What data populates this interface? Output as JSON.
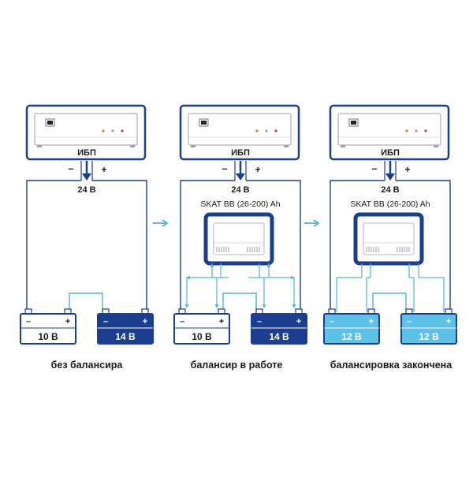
{
  "ups": {
    "label": "ИБП",
    "voltage": "24 В",
    "minus": "–",
    "plus": "+"
  },
  "balancer": {
    "label": "SKAT BB (26-200) Ah"
  },
  "panels": [
    {
      "caption": "без балансира",
      "has_balancer": false,
      "batteries": [
        {
          "label": "10 В",
          "style": "white"
        },
        {
          "label": "14 В",
          "style": "dark"
        }
      ]
    },
    {
      "caption": "балансир в работе",
      "has_balancer": true,
      "batteries": [
        {
          "label": "10 В",
          "style": "white"
        },
        {
          "label": "14 В",
          "style": "dark"
        }
      ]
    },
    {
      "caption": "балансировка закончена",
      "has_balancer": true,
      "batteries": [
        {
          "label": "12 В",
          "style": "light"
        },
        {
          "label": "12 В",
          "style": "light"
        }
      ]
    }
  ],
  "colors": {
    "navy": "#1c3e8e",
    "wire": "#4fb5d6",
    "light_battery": "#5ec2e8",
    "arrow": "#3aa8d4",
    "dark_blue_arrow": "#1c3e8e"
  },
  "icons": [
    "ups-device-icon",
    "balancer-device-icon",
    "battery-icon",
    "flow-arrow-icon"
  ]
}
